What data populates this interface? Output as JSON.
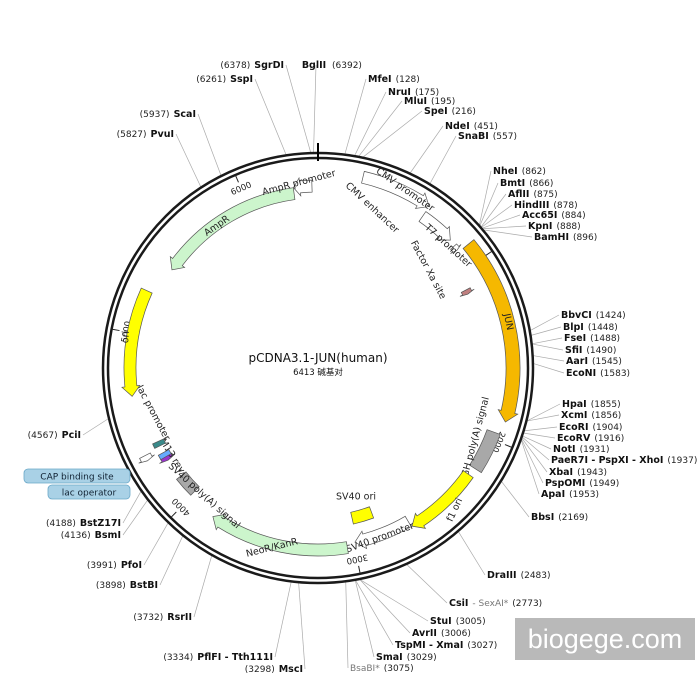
{
  "plasmid": {
    "name": "pCDNA3.1-JUN(human)",
    "size_label": "6413 碱基对",
    "length": 6413
  },
  "watermark": "biogege.com",
  "ticks": [
    {
      "pos": 1000,
      "label": "1000"
    },
    {
      "pos": 2000,
      "label": "2000"
    },
    {
      "pos": 3000,
      "label": "3000"
    },
    {
      "pos": 4000,
      "label": "4000"
    },
    {
      "pos": 5000,
      "label": "5000"
    },
    {
      "pos": 6000,
      "label": "6000"
    }
  ],
  "features": [
    {
      "id": "cmv-enhancer",
      "start": 236,
      "end": 615,
      "strand": 1,
      "color": "#ffffff",
      "label": "CMV enhancer"
    },
    {
      "id": "cmv-promoter",
      "start": 616,
      "end": 819,
      "strand": 1,
      "color": "#ffffff",
      "label": "CMV promoter"
    },
    {
      "id": "t7-promoter",
      "start": 863,
      "end": 881,
      "strand": 1,
      "color": "#ffffff",
      "label": "T7 promoter"
    },
    {
      "id": "factor-xa-site",
      "start": 1116,
      "end": 1128,
      "strand": 1,
      "color": "#c08080",
      "label": "Factor Xa site"
    },
    {
      "id": "jun",
      "start": 900,
      "end": 1890,
      "strand": 1,
      "color": "#f5b800",
      "label": "JUN"
    },
    {
      "id": "bgh-polya",
      "start": 1960,
      "end": 2185,
      "strand": 0,
      "color": "#a8a8a8",
      "label": "bGH poly(A) signal"
    },
    {
      "id": "f1-ori",
      "start": 2231,
      "end": 2659,
      "strand": 1,
      "color": "#ffff00",
      "label": "f1 ori"
    },
    {
      "id": "sv40-promoter",
      "start": 2664,
      "end": 2993,
      "strand": 1,
      "color": "#ffffff",
      "label": "SV40 promoter"
    },
    {
      "id": "sv40-ori",
      "start": 2844,
      "end": 2979,
      "strand": 0,
      "color": "#ffff00",
      "label": "SV40 ori"
    },
    {
      "id": "neor-kanr",
      "start": 3041,
      "end": 3835,
      "strand": 1,
      "color": "#ccf5cc",
      "label": "NeoR/KanR"
    },
    {
      "id": "sv40-polya",
      "start": 4008,
      "end": 4129,
      "strand": 0,
      "color": "#a8a8a8",
      "label": "SV40 poly(A) signal"
    },
    {
      "id": "m13-rev",
      "start": 4253,
      "end": 4269,
      "strand": -1,
      "color": "#9933cc",
      "label": "M13 rev"
    },
    {
      "id": "lac-operator",
      "start": 4277,
      "end": 4293,
      "strand": 0,
      "color": "#66aaff",
      "label": ""
    },
    {
      "id": "lac-promoter",
      "start": 4301,
      "end": 4331,
      "strand": -1,
      "color": "#ffffff",
      "label": "lac promoter"
    },
    {
      "id": "cap-site",
      "start": 4346,
      "end": 4367,
      "strand": 0,
      "color": "#3a8a8a",
      "label": ""
    },
    {
      "id": "ori",
      "start": 4655,
      "end": 5243,
      "strand": -1,
      "color": "#ffff00",
      "label": "ori"
    },
    {
      "id": "ampr",
      "start": 5414,
      "end": 6274,
      "strand": -1,
      "color": "#ccf5cc",
      "label": "AmpR"
    },
    {
      "id": "ampr-promoter",
      "start": 6275,
      "end": 6379,
      "strand": -1,
      "color": "#ffffff",
      "label": "AmpR promoter"
    }
  ],
  "callouts": [
    {
      "id": "cap-binding-site",
      "text": "CAP binding site"
    },
    {
      "id": "lac-operator",
      "text": "lac operator"
    }
  ],
  "sites": [
    {
      "name": "BglII",
      "pos_label": "(6392)",
      "bp": 6392,
      "gray": false
    },
    {
      "name": "SgrDI",
      "pos_label": "(6378)",
      "bp": 6378,
      "gray": false
    },
    {
      "name": "SspI",
      "pos_label": "(6261)",
      "bp": 6261,
      "gray": false
    },
    {
      "name": "ScaI",
      "pos_label": "(5937)",
      "bp": 5937,
      "gray": false
    },
    {
      "name": "PvuI",
      "pos_label": "(5827)",
      "bp": 5827,
      "gray": false
    },
    {
      "name": "MfeI",
      "pos_label": "(128)",
      "bp": 128,
      "gray": false
    },
    {
      "name": "NruI",
      "pos_label": "(175)",
      "bp": 175,
      "gray": false
    },
    {
      "name": "MluI",
      "pos_label": "(195)",
      "bp": 195,
      "gray": false
    },
    {
      "name": "SpeI",
      "pos_label": "(216)",
      "bp": 216,
      "gray": false
    },
    {
      "name": "NdeI",
      "pos_label": "(451)",
      "bp": 451,
      "gray": false
    },
    {
      "name": "SnaBI",
      "pos_label": "(557)",
      "bp": 557,
      "gray": false
    },
    {
      "name": "NheI",
      "pos_label": "(862)",
      "bp": 862,
      "gray": false
    },
    {
      "name": "BmtI",
      "pos_label": "(866)",
      "bp": 866,
      "gray": false
    },
    {
      "name": "AflII",
      "pos_label": "(875)",
      "bp": 875,
      "gray": false
    },
    {
      "name": "HindIII",
      "pos_label": "(878)",
      "bp": 878,
      "gray": false
    },
    {
      "name": "Acc65I",
      "pos_label": "(884)",
      "bp": 884,
      "gray": false
    },
    {
      "name": "KpnI",
      "pos_label": "(888)",
      "bp": 888,
      "gray": false
    },
    {
      "name": "BamHI",
      "pos_label": "(896)",
      "bp": 896,
      "gray": false
    },
    {
      "name": "BbvCI",
      "pos_label": "(1424)",
      "bp": 1424,
      "gray": false
    },
    {
      "name": "BlpI",
      "pos_label": "(1448)",
      "bp": 1448,
      "gray": false
    },
    {
      "name": "FseI",
      "pos_label": "(1488)",
      "bp": 1488,
      "gray": false
    },
    {
      "name": "SfiI",
      "pos_label": "(1490)",
      "bp": 1490,
      "gray": false
    },
    {
      "name": "AarI",
      "pos_label": "(1545)",
      "bp": 1545,
      "gray": false
    },
    {
      "name": "EcoNI",
      "pos_label": "(1583)",
      "bp": 1583,
      "gray": false
    },
    {
      "name": "HpaI",
      "pos_label": "(1855)",
      "bp": 1855,
      "gray": false
    },
    {
      "name": "XcmI",
      "pos_label": "(1856)",
      "bp": 1856,
      "gray": false
    },
    {
      "name": "EcoRI",
      "pos_label": "(1904)",
      "bp": 1904,
      "gray": false
    },
    {
      "name": "EcoRV",
      "pos_label": "(1916)",
      "bp": 1916,
      "gray": false
    },
    {
      "name": "NotI",
      "pos_label": "(1931)",
      "bp": 1931,
      "gray": false
    },
    {
      "name": "PaeR7I - PspXI - XhoI",
      "pos_label": "(1937)",
      "bp": 1937,
      "gray": false
    },
    {
      "name": "XbaI",
      "pos_label": "(1943)",
      "bp": 1943,
      "gray": false
    },
    {
      "name": "PspOMI",
      "pos_label": "(1949)",
      "bp": 1949,
      "gray": false
    },
    {
      "name": "ApaI",
      "pos_label": "(1953)",
      "bp": 1953,
      "gray": false
    },
    {
      "name": "BbsI",
      "pos_label": "(2169)",
      "bp": 2169,
      "gray": false
    },
    {
      "name": "DraIII",
      "pos_label": "(2483)",
      "bp": 2483,
      "gray": false
    },
    {
      "name": "CsiI",
      "pos_label": "(2773)",
      "bp": 2773,
      "gray": false,
      "extra": " - SexAI*"
    },
    {
      "name": "StuI",
      "pos_label": "(3005)",
      "bp": 3005,
      "gray": false
    },
    {
      "name": "AvrII",
      "pos_label": "(3006)",
      "bp": 3006,
      "gray": false
    },
    {
      "name": "TspMI - XmaI",
      "pos_label": "(3027)",
      "bp": 3027,
      "gray": false
    },
    {
      "name": "SmaI",
      "pos_label": "(3029)",
      "bp": 3029,
      "gray": false
    },
    {
      "name": "BsaBI*",
      "pos_label": "(3075)",
      "bp": 3075,
      "gray": true
    },
    {
      "name": "MscI",
      "pos_label": "(3298)",
      "bp": 3298,
      "gray": false
    },
    {
      "name": "PflFI - Tth111I",
      "pos_label": "(3334)",
      "bp": 3334,
      "gray": false
    },
    {
      "name": "RsrII",
      "pos_label": "(3732)",
      "bp": 3732,
      "gray": false
    },
    {
      "name": "BstBI",
      "pos_label": "(3898)",
      "bp": 3898,
      "gray": false
    },
    {
      "name": "PfoI",
      "pos_label": "(3991)",
      "bp": 3991,
      "gray": false
    },
    {
      "name": "BsmI",
      "pos_label": "(4136)",
      "bp": 4136,
      "gray": false
    },
    {
      "name": "BstZ17I",
      "pos_label": "(4188)",
      "bp": 4188,
      "gray": false
    },
    {
      "name": "PciI",
      "pos_label": "(4567)",
      "bp": 4567,
      "gray": false
    }
  ]
}
